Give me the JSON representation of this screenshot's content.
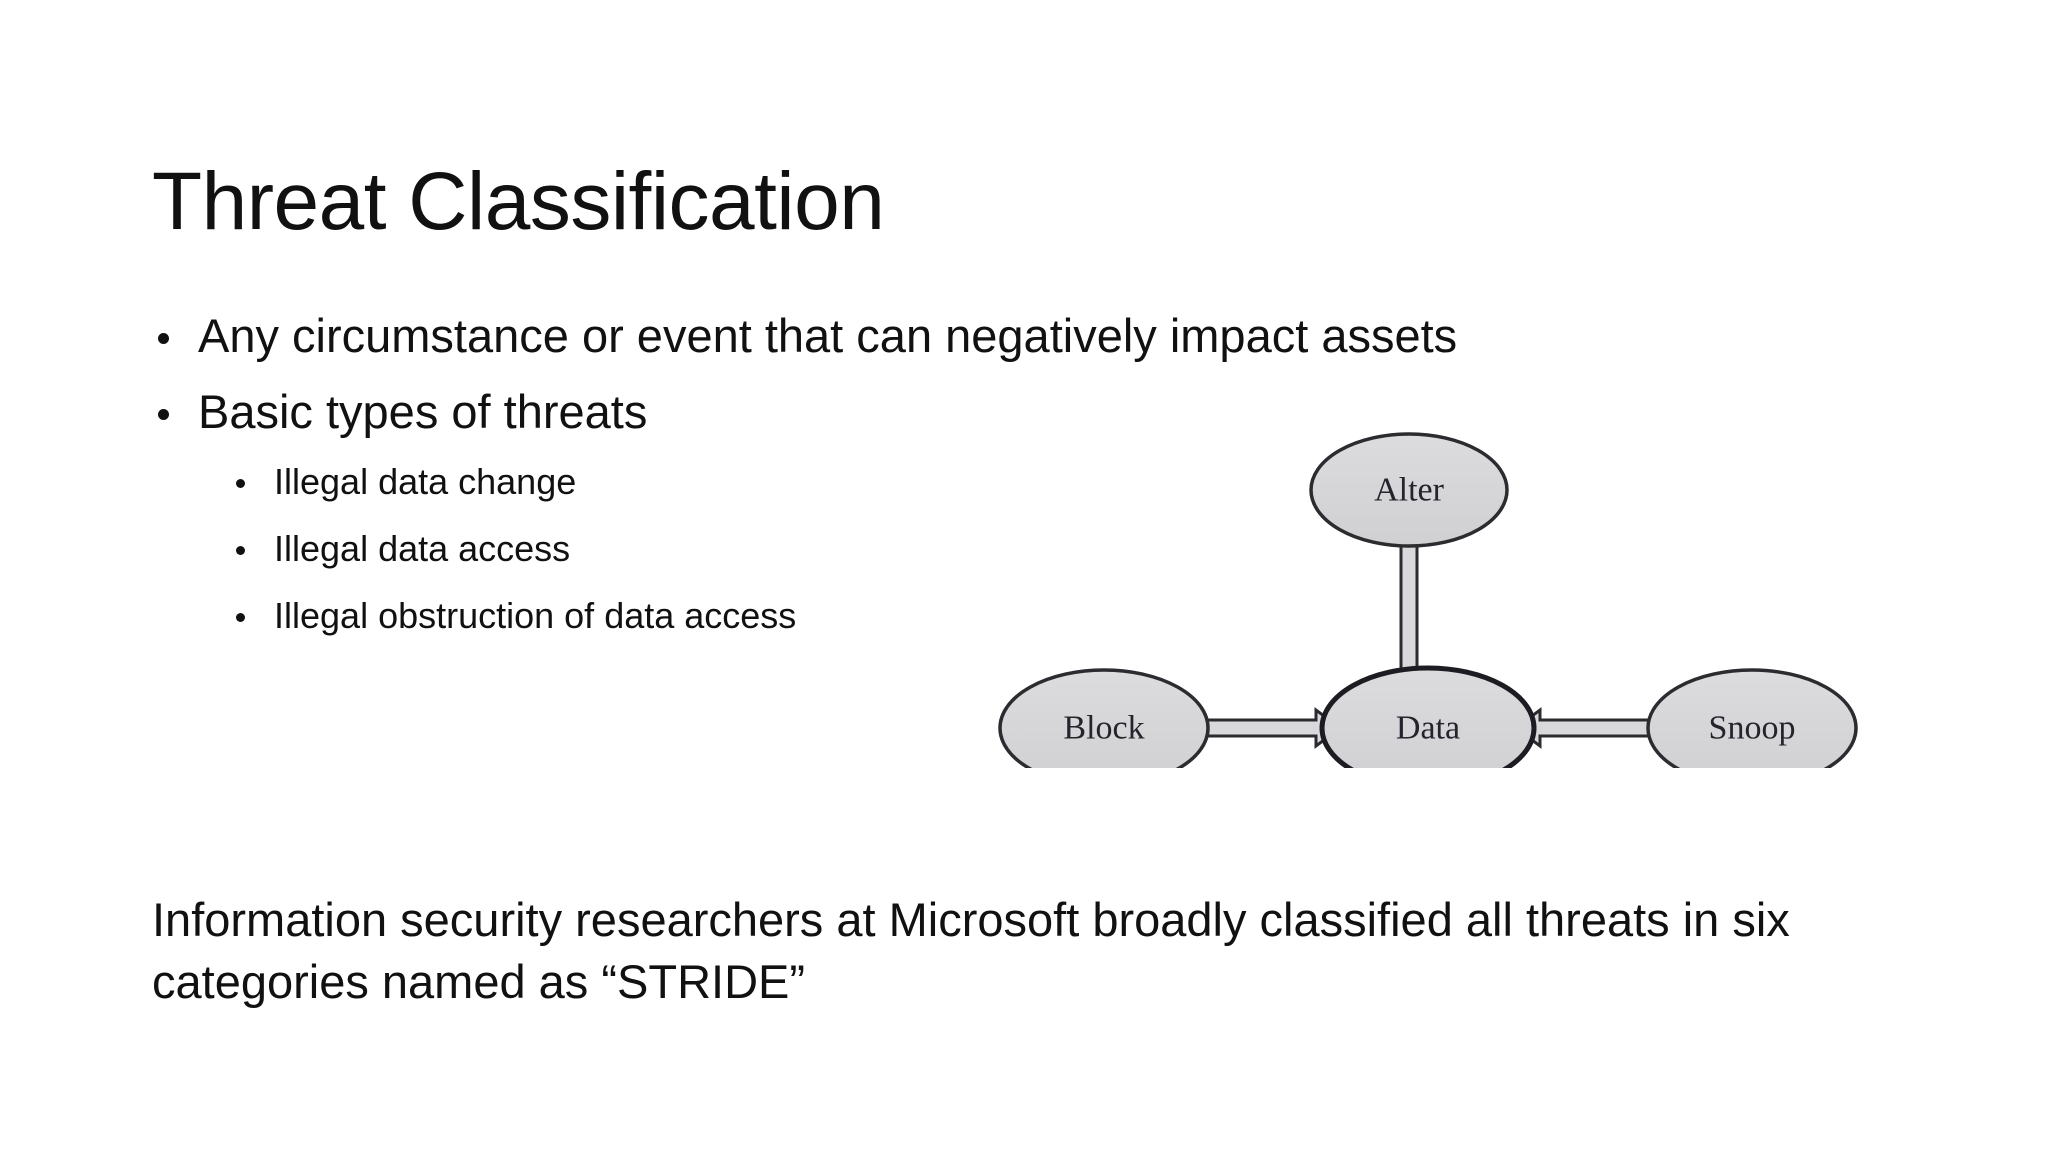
{
  "slide": {
    "title": "Threat Classification",
    "background_color": "#ffffff",
    "text_color": "#111111"
  },
  "body": {
    "bullets": [
      {
        "level": 1,
        "text": "Any circumstance or event that can negatively impact assets"
      },
      {
        "level": 1,
        "text": "Basic types of threats"
      },
      {
        "level": 2,
        "text": "Illegal data change"
      },
      {
        "level": 2,
        "text": "Illegal data access"
      },
      {
        "level": 2,
        "text": "Illegal obstruction of data access"
      }
    ]
  },
  "closing": {
    "paragraph": "Information security researchers at Microsoft broadly classified all threats in six categories named as “STRIDE”"
  },
  "diagram": {
    "type": "node-arrow-diagram",
    "fill_color": "#d6d6d8",
    "stroke_color": "#2b2b30",
    "arrow_fill": "#d9d9db",
    "nodes": [
      {
        "id": "alter",
        "label": "Alter",
        "position": "top"
      },
      {
        "id": "block",
        "label": "Block",
        "position": "left"
      },
      {
        "id": "data",
        "label": "Data",
        "position": "center"
      },
      {
        "id": "snoop",
        "label": "Snoop",
        "position": "right"
      }
    ],
    "arrows": [
      {
        "from": "Alter",
        "to": "Data",
        "direction": "down"
      },
      {
        "from": "Block",
        "to": "Data",
        "direction": "right"
      },
      {
        "from": "Snoop",
        "to": "Data",
        "direction": "left"
      }
    ]
  }
}
